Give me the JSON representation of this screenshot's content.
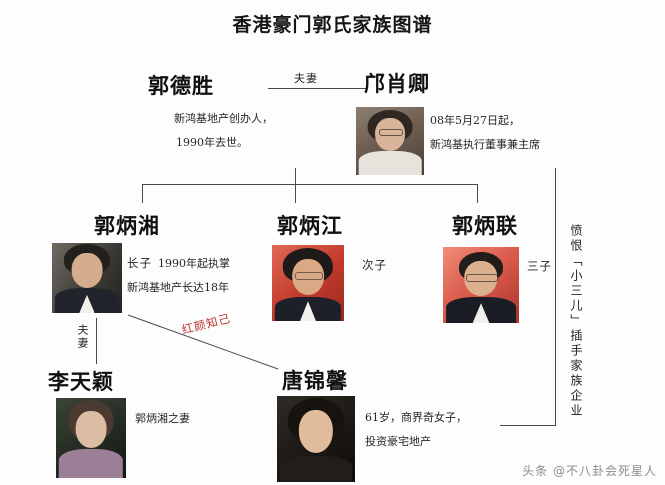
{
  "title": "香港豪门郭氏家族图谱",
  "watermark": "头条 @不八卦会死星人",
  "relations": {
    "spouse_top": "夫妻",
    "spouse_left": "夫妻",
    "confidante": "红颜知己",
    "resentment": "愤恨「小三儿」插手家族企业"
  },
  "people": {
    "father": {
      "name": "郭德胜",
      "desc_line1": "新鸿基地产创办人，",
      "desc_line2": "1990年去世。"
    },
    "mother": {
      "name": "邝肖卿",
      "desc_line1": "08年5月27日起，",
      "desc_line2": "新鸿基执行董事兼主席"
    },
    "son1": {
      "name": "郭炳湘",
      "rank": "长子",
      "desc_line1": "1990年起执掌",
      "desc_line2": "新鸿基地产长达18年"
    },
    "son2": {
      "name": "郭炳江",
      "rank": "次子"
    },
    "son3": {
      "name": "郭炳联",
      "rank": "三子"
    },
    "wife1": {
      "name": "李天颖",
      "desc_line1": "郭炳湘之妻"
    },
    "confidante": {
      "name": "唐锦馨",
      "desc_line1": "61岁，商界奇女子，",
      "desc_line2": "投资豪宅地产"
    }
  },
  "colors": {
    "accent_red": "#b8332c",
    "line": "#4a4a4a",
    "text": "#1a1a1a",
    "watermark": "#8d8d8d"
  }
}
